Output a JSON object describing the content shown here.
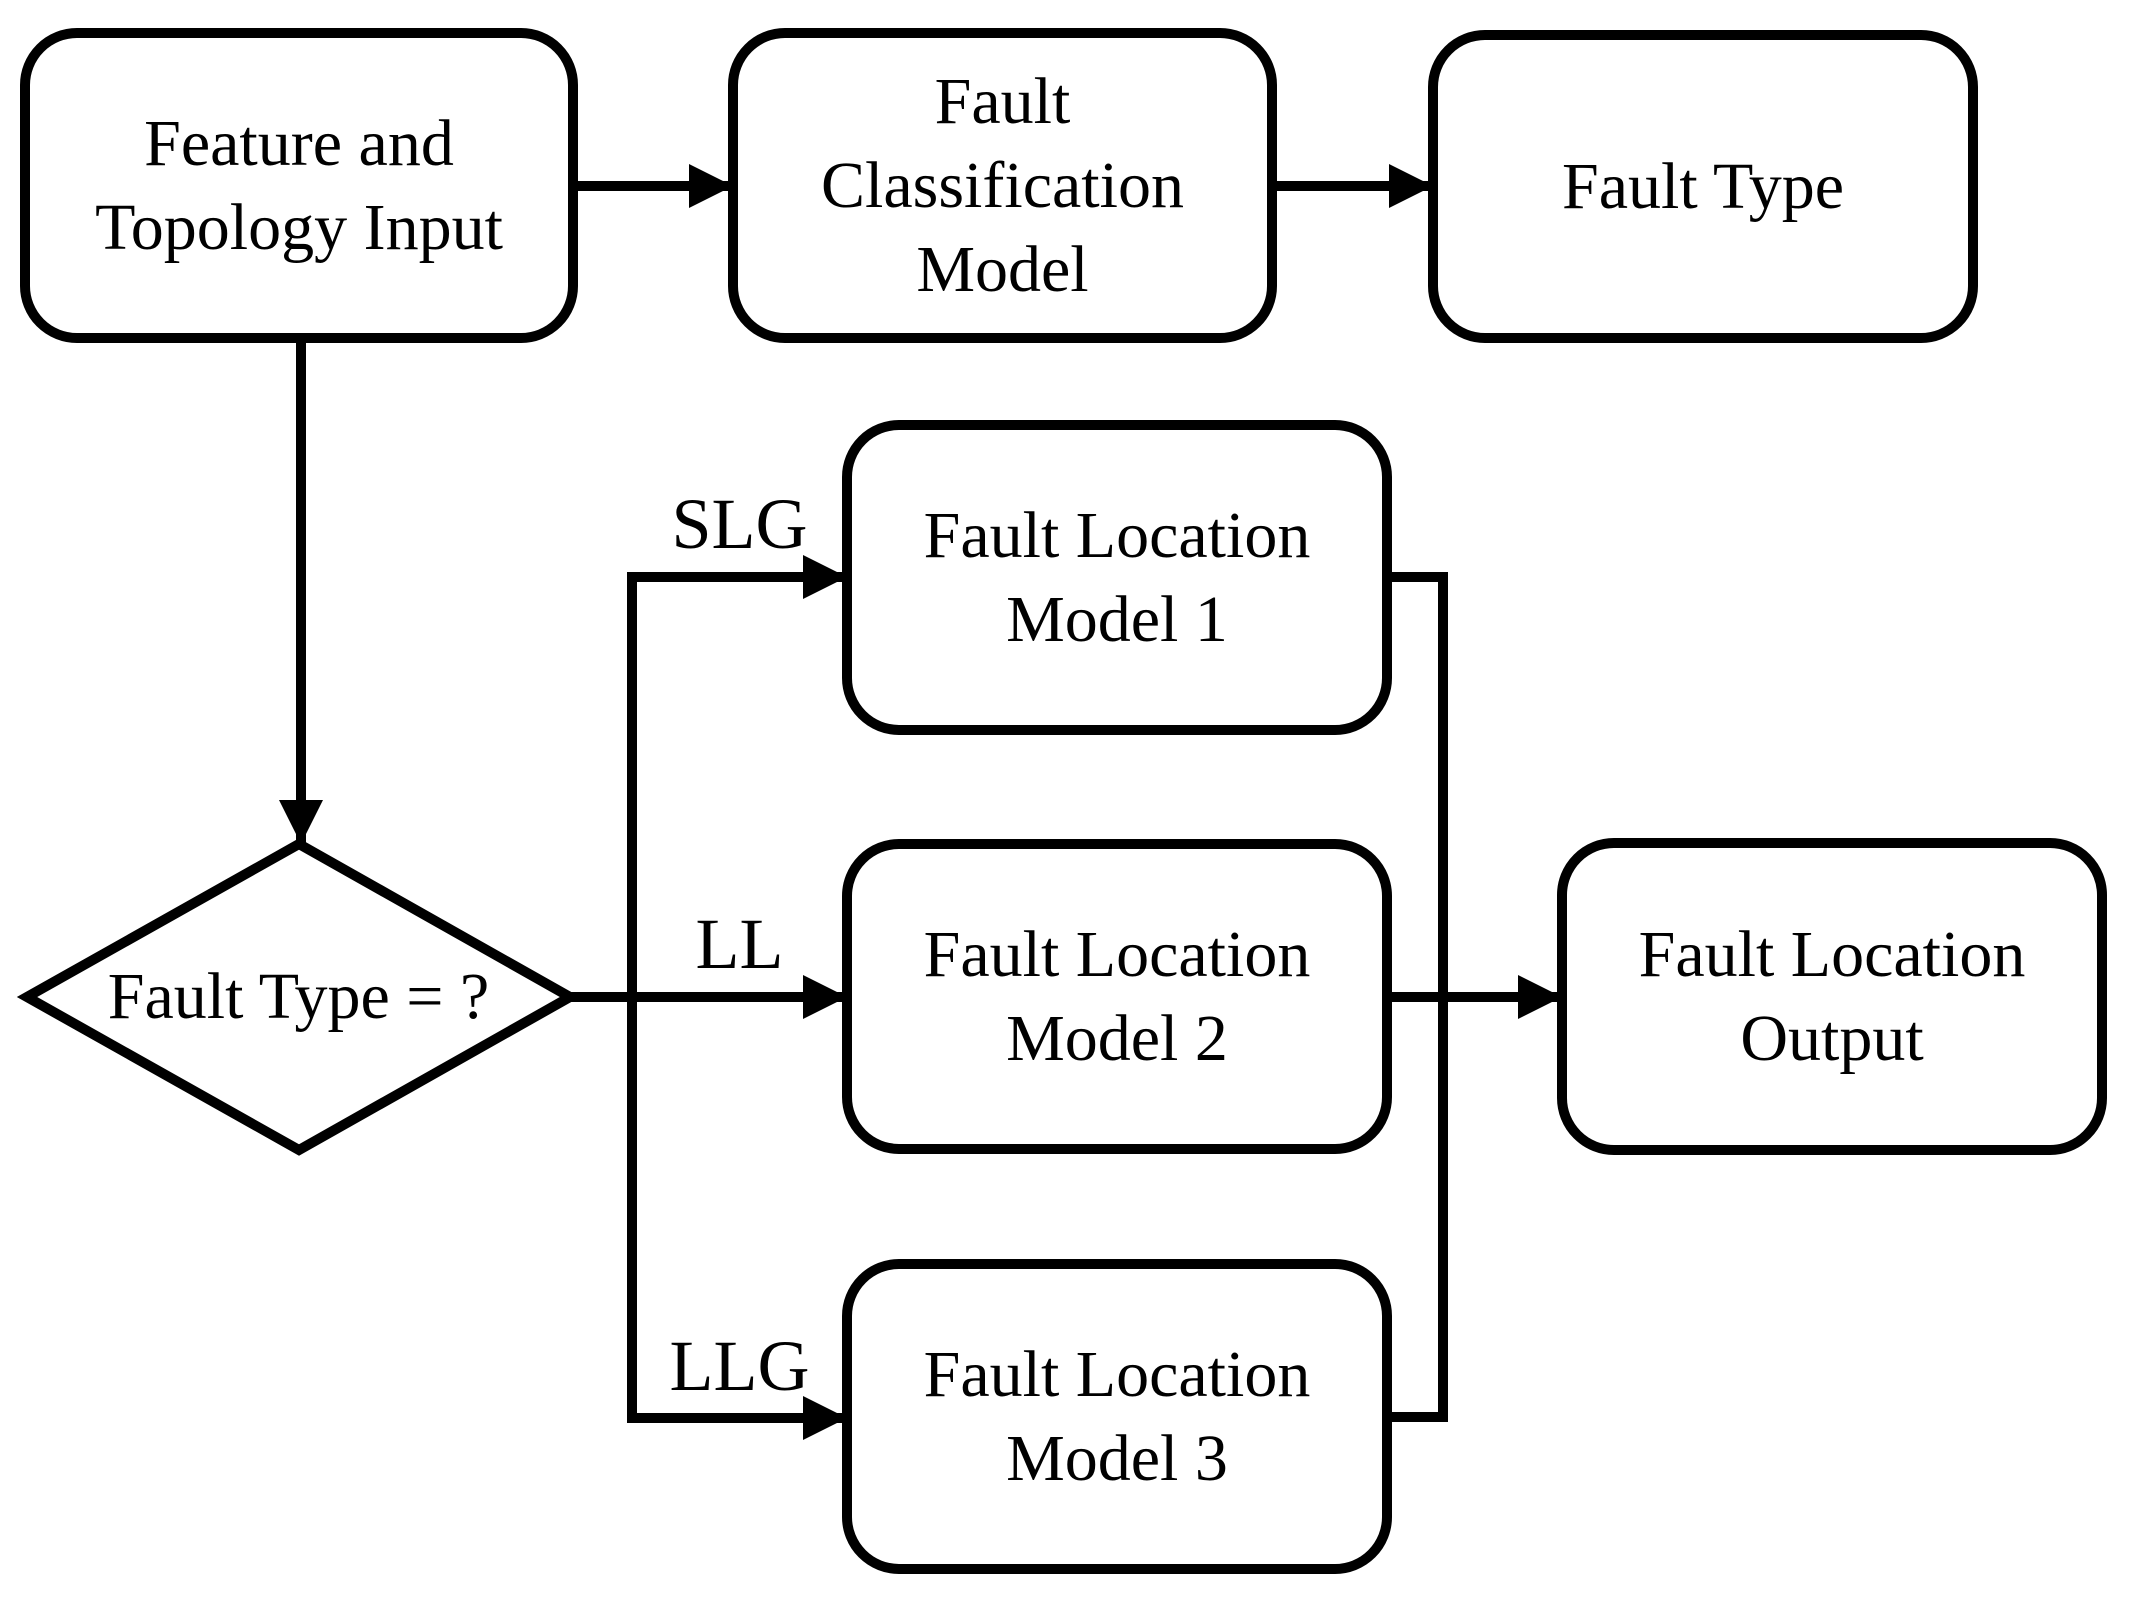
{
  "colors": {
    "stroke": "#000000",
    "background": "#ffffff"
  },
  "nodes": {
    "feature_input": {
      "label": "Feature and\nTopology Input"
    },
    "classification_model": {
      "label": "Fault\nClassification\nModel"
    },
    "fault_type": {
      "label": "Fault Type"
    },
    "decision": {
      "label": "Fault Type = ?"
    },
    "location_model_1": {
      "label": "Fault Location\nModel 1"
    },
    "location_model_2": {
      "label": "Fault Location\nModel 2"
    },
    "location_model_3": {
      "label": "Fault Location\nModel 3"
    },
    "location_output": {
      "label": "Fault Location\nOutput"
    }
  },
  "edge_labels": {
    "slg": "SLG",
    "ll": "LL",
    "llg": "LLG"
  }
}
